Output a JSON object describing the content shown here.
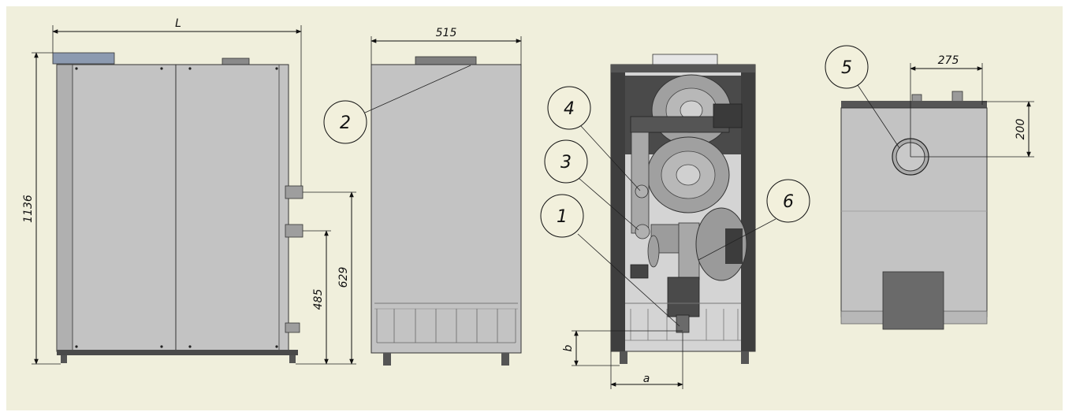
{
  "colors": {
    "background": "#f0efdc",
    "panel": "#c3c3c3",
    "panel_dark": "#a9a9a9",
    "frame": "#3e3e3e",
    "burner": "#9a9a9a",
    "outline": "#222222"
  },
  "dimensions": {
    "length": "L",
    "height": "1136",
    "width": "515",
    "outlet_height": "629",
    "inlet_height": "485",
    "offset_a": "a",
    "offset_b": "b",
    "flue_x": "275",
    "flue_y": "200"
  },
  "callouts": [
    "1",
    "2",
    "3",
    "4",
    "5",
    "6"
  ]
}
